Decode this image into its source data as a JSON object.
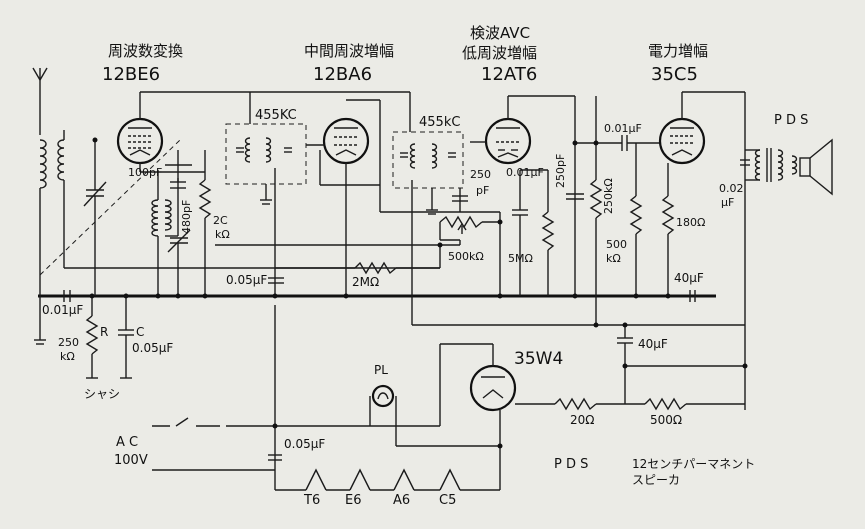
{
  "tubes": [
    {
      "role": "周波数変換",
      "name": "12BE6"
    },
    {
      "role": "中間周波増幅",
      "name": "12BA6"
    },
    {
      "role": "検波AVC",
      "role2": "低周波増幅",
      "name": "12AT6"
    },
    {
      "role": "電力増幅",
      "name": "35C5"
    },
    {
      "role": "",
      "name": "35W4"
    }
  ],
  "labels": {
    "if1": "455KC",
    "if2": "455kC",
    "pds_top": "P D S",
    "pds_bottom": "P D S",
    "speaker_note1": "12センチパーマネント",
    "speaker_note2": "スピーカ",
    "pl": "PL",
    "ac1": "A C",
    "ac2": "100V",
    "chassis": "シャシ",
    "r": "R",
    "c": "C"
  },
  "components": {
    "c100p": "100pF",
    "c480p": "480pF",
    "r2k": "2C",
    "r2k_unit": "kΩ",
    "c005a": "0.05μF",
    "r2m": "2MΩ",
    "c001a": "0.01μF",
    "r250k_a": "250",
    "r250k_a_unit": "kΩ",
    "c005b": "0.05μF",
    "c250p_a": "250",
    "c250p_a_unit": "pF",
    "c001b": "0.01μF",
    "r500k_a": "500kΩ",
    "r5m": "5MΩ",
    "c250p_b": "250pF",
    "c001c": "0.01μF",
    "r250k_b": "250kΩ",
    "r500k_b": "500",
    "r500k_b_unit": "kΩ",
    "r180": "180Ω",
    "c002": "0.02",
    "c002_unit": "μF",
    "c40a": "40μF",
    "c40b": "40μF",
    "r20": "20Ω",
    "r500": "500Ω",
    "c005c": "0.05μF"
  },
  "heaters": [
    "T6",
    "E6",
    "A6",
    "C5"
  ]
}
